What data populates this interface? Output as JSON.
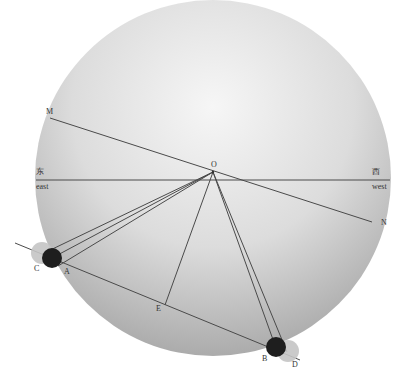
{
  "diagram": {
    "labels": [
      "东",
      "east",
      "西",
      "west",
      "M",
      "O",
      "N",
      "C",
      "A",
      "E",
      "B",
      "D"
    ]
  }
}
